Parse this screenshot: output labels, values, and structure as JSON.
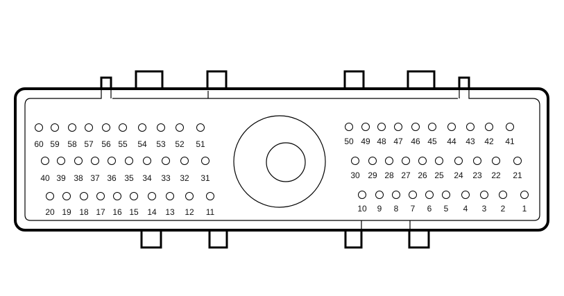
{
  "pins": {
    "row1_labels": [
      "60",
      "59",
      "58",
      "57",
      "56",
      "55",
      "54",
      "53",
      "52",
      "51"
    ],
    "row2_labels": [
      "40",
      "39",
      "38",
      "37",
      "36",
      "35",
      "34",
      "33",
      "32",
      "31"
    ],
    "row3_labels": [
      "20",
      "19",
      "18",
      "17",
      "16",
      "15",
      "14",
      "13",
      "12",
      "11"
    ],
    "row4_labels": [
      "50",
      "49",
      "48",
      "47",
      "46",
      "45",
      "44",
      "43",
      "42",
      "41"
    ],
    "row5_labels": [
      "30",
      "29",
      "28",
      "27",
      "26",
      "25",
      "24",
      "23",
      "22",
      "21"
    ],
    "row6_labels": [
      "10",
      "9",
      "8",
      "7",
      "6",
      "5",
      "4",
      "3",
      "2",
      "1"
    ]
  },
  "colors": {
    "stroke": "#000000",
    "fill": "#ffffff"
  }
}
